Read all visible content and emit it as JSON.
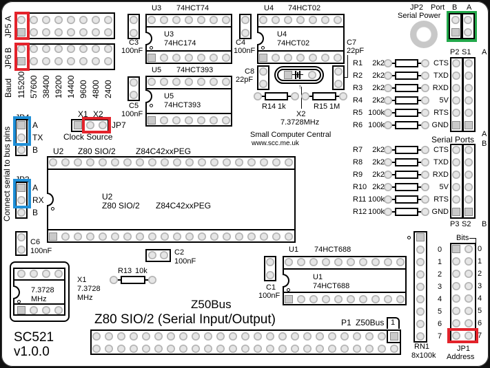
{
  "colors": {
    "highlight_red": "#e3232b",
    "highlight_green": "#22a84a",
    "highlight_blue": "#2090d8",
    "silkscreen": "#000000",
    "pad": "#d0d0d0"
  },
  "board": {
    "id": "SC521",
    "version": "v1.0.0",
    "bus": "Z50Bus",
    "title": "Z80 SIO/2 (Serial Input/Output)",
    "maker": "Small Computer Central",
    "url": "www.scc.me.uk"
  },
  "jp5": {
    "ref": "JP5",
    "port": "A"
  },
  "jp6": {
    "ref": "JP6",
    "port": "B"
  },
  "baud": {
    "label": "Baud",
    "rates": [
      "115200",
      "57600",
      "38400",
      "19200",
      "14400",
      "9600",
      "4800",
      "2400"
    ]
  },
  "connect_label": "Connect serial to bus pins",
  "jp4": {
    "ref": "JP4",
    "pins": [
      "A",
      "TX",
      "B"
    ]
  },
  "jp3": {
    "ref": "JP3",
    "pins": [
      "A",
      "RX",
      "B"
    ]
  },
  "jp7": {
    "ref": "JP7",
    "pins": [
      "X1",
      "X2"
    ],
    "caption": "Clock Source"
  },
  "jp2": {
    "ref": "JP2",
    "port": "Port",
    "b": "B",
    "a": "A",
    "caption": "Serial Power"
  },
  "jp1": {
    "ref": "JP1",
    "caption": "Address",
    "bits_label": "Bits",
    "bits": [
      "0",
      "1",
      "2",
      "3",
      "4",
      "5",
      "6",
      "7"
    ]
  },
  "rn1": {
    "ref": "RN1",
    "value": "8x100k",
    "numbers": [
      "0",
      "1",
      "2",
      "3",
      "4",
      "5",
      "6",
      "7"
    ]
  },
  "u3": {
    "ref": "U3",
    "part": "74HCT74",
    "body_ref": "U3",
    "body_part": "74HC174"
  },
  "u4": {
    "ref": "U4",
    "part": "74HCT02",
    "body_ref": "U4",
    "body_part": "74HCT02"
  },
  "u5": {
    "ref": "U5",
    "part": "74HCT393",
    "body_ref": "U5",
    "body_part": "74HCT393"
  },
  "u2": {
    "ref": "U2",
    "name": "Z80 SIO/2",
    "part": "Z84C42xxPEG",
    "body_ref": "U2",
    "body_name": "Z80 SIO/2",
    "body_part": "Z84C42xxPEG"
  },
  "u1": {
    "ref": "U1",
    "part": "74HCT688",
    "body_ref": "U1",
    "body_part": "74HCT688"
  },
  "c1": {
    "ref": "C1",
    "value": "100nF"
  },
  "c2": {
    "ref": "C2",
    "value": "100nF"
  },
  "c3": {
    "ref": "C3",
    "value": "100nF"
  },
  "c4": {
    "ref": "C4",
    "value": "100nF"
  },
  "c5": {
    "ref": "C5",
    "value": "100nF"
  },
  "c6": {
    "ref": "C6",
    "value": "100nF"
  },
  "c7": {
    "ref": "C7",
    "value": "22pF"
  },
  "c8": {
    "ref": "C8",
    "value": "22pF"
  },
  "r13": {
    "ref": "R13",
    "value": "10k"
  },
  "r14": {
    "ref": "R14",
    "value": "1k"
  },
  "r15": {
    "ref": "R15",
    "value": "1M"
  },
  "x1": {
    "ref": "X1",
    "freq": "7.3728",
    "unit": "MHz",
    "body_freq": "7.3728",
    "body_unit": "MHz"
  },
  "x2": {
    "ref": "X2",
    "freq": "7.3728MHz"
  },
  "p1": {
    "ref": "P1",
    "name": "Z50Bus",
    "pin1": "1"
  },
  "serial": {
    "caption": "Serial Ports",
    "caption_marks": [
      "A",
      "B"
    ],
    "groups": [
      {
        "header": "P2",
        "socket": "S1",
        "port": "A",
        "rows": [
          {
            "ref": "R1",
            "value": "2k2",
            "signal": "CTS"
          },
          {
            "ref": "R2",
            "value": "2k2",
            "signal": "TXD"
          },
          {
            "ref": "R3",
            "value": "2k2",
            "signal": "RXD"
          },
          {
            "ref": "R4",
            "value": "2k2",
            "signal": "5V"
          },
          {
            "ref": "R5",
            "value": "100k",
            "signal": "RTS"
          },
          {
            "ref": "R6",
            "value": "100k",
            "signal": "GND"
          }
        ]
      },
      {
        "header": "P3",
        "socket": "S2",
        "port": "B",
        "rows": [
          {
            "ref": "R7",
            "value": "2k2",
            "signal": "CTS"
          },
          {
            "ref": "R8",
            "value": "2k2",
            "signal": "TXD"
          },
          {
            "ref": "R9",
            "value": "2k2",
            "signal": "RXD"
          },
          {
            "ref": "R10",
            "value": "2k2",
            "signal": "5V"
          },
          {
            "ref": "R11",
            "value": "100k",
            "signal": "RTS"
          },
          {
            "ref": "R12",
            "value": "100k",
            "signal": "GND"
          }
        ]
      }
    ]
  }
}
